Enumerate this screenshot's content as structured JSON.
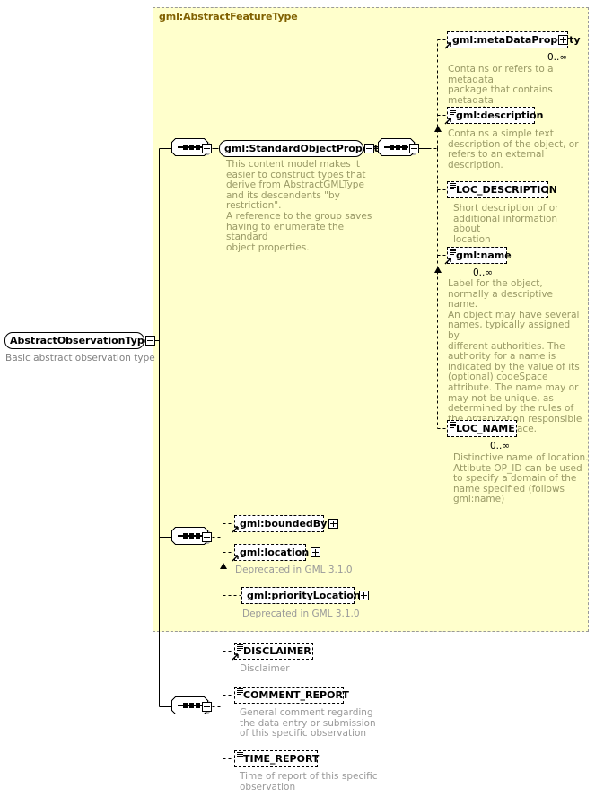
{
  "diagram": {
    "kind": "xsd-schema-diagram",
    "root": {
      "name": "AbstractObservationType",
      "subtitle": "Basic abstract observation type",
      "control": "collapse"
    },
    "panel": {
      "title": "gml:AbstractFeatureType",
      "background": "#ffffcc",
      "border_color": "#999999"
    },
    "group_ref": {
      "name": "gml:StandardObjectProperties",
      "control": "collapse",
      "documentation": "This content model makes it\neasier to construct types that\n      derive from AbstractGMLType\nand its descendents \"by restriction\".\n      A reference to the group saves\nhaving to enumerate the standard\nobject properties."
    },
    "group_elements": [
      {
        "name": "gml:metaDataProperty",
        "style": "dashed",
        "control": "expand",
        "type_icon": false,
        "ref_arrow": true,
        "cardinality": "0..∞",
        "documentation": "Contains or refers to a metadata\npackage that contains metadata\nproperties."
      },
      {
        "name": "gml:description",
        "style": "dashed",
        "control": "none",
        "type_icon": true,
        "ref_arrow": true,
        "cardinality": "",
        "documentation": "Contains a simple text\ndescription of the object, or\nrefers to an external\ndescription."
      },
      {
        "name": "LOC_DESCRIPTION",
        "style": "dashed",
        "control": "none",
        "type_icon": true,
        "ref_arrow": false,
        "cardinality": "",
        "documentation": "Short description of or\nadditional information about\nlocation"
      },
      {
        "name": "gml:name",
        "style": "dashed",
        "control": "none",
        "type_icon": true,
        "ref_arrow": true,
        "cardinality": "0..∞",
        "documentation": "Label for the object,\nnormally a descriptive name.\nAn object may have several\nnames, typically assigned by\ndifferent authorities.  The\nauthority for a name is\nindicated by the value of its\n(optional) codeSpace\nattribute.  The name may or\nmay not be unique, as\ndetermined by the rules of\nthe organization responsible\nfor the codeSpace."
      },
      {
        "name": "LOC_NAME",
        "style": "dashed",
        "control": "none",
        "type_icon": true,
        "ref_arrow": false,
        "cardinality": "0..∞",
        "documentation": "Distinctive name of location.\nAttibute OP_ID can be used\nto specify a domain of the\nname specified (follows\ngml:name)"
      }
    ],
    "location_elements": [
      {
        "name": "gml:boundedBy",
        "style": "dashed",
        "control": "expand",
        "type_icon": false,
        "ref_arrow": true,
        "documentation": ""
      },
      {
        "name": "gml:location",
        "style": "dashed",
        "control": "expand",
        "type_icon": false,
        "ref_arrow": true,
        "documentation": "Deprecated in GML 3.1.0"
      },
      {
        "name": "gml:priorityLocation",
        "style": "dashed",
        "control": "expand",
        "type_icon": false,
        "ref_arrow": false,
        "documentation": "Deprecated in GML 3.1.0"
      }
    ],
    "local_elements": [
      {
        "name": "DISCLAIMER",
        "style": "dashed",
        "control": "none",
        "type_icon": true,
        "ref_arrow": true,
        "documentation": "Disclaimer"
      },
      {
        "name": "COMMENT_REPORT",
        "style": "dashed",
        "control": "none",
        "type_icon": true,
        "ref_arrow": false,
        "documentation": "General comment regarding\nthe data entry or submission\nof this specific observation"
      },
      {
        "name": "TIME_REPORT",
        "style": "dashed",
        "control": "none",
        "type_icon": true,
        "ref_arrow": false,
        "documentation": "Time of report of this specific\nobservation"
      }
    ],
    "compositors": [
      {
        "id": "sequence-group",
        "kind": "sequence",
        "control": "collapse"
      },
      {
        "id": "sequence-inner",
        "kind": "sequence",
        "control": "collapse"
      },
      {
        "id": "sequence-location",
        "kind": "sequence",
        "control": "collapse"
      },
      {
        "id": "sequence-local",
        "kind": "sequence",
        "control": "collapse"
      }
    ]
  }
}
